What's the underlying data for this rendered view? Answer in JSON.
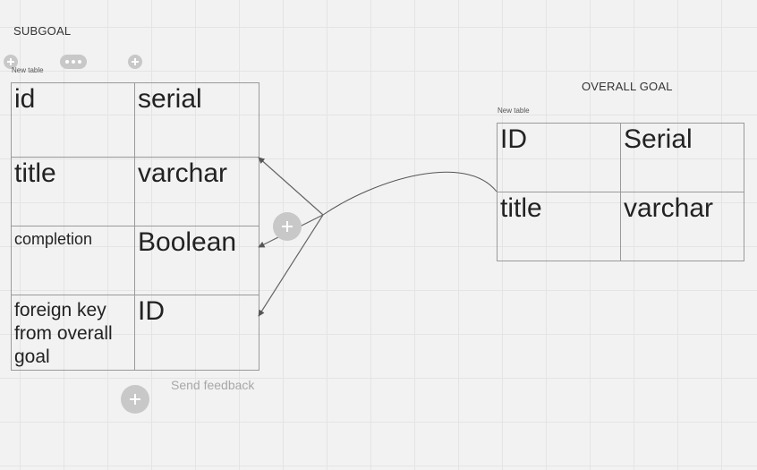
{
  "subgoal": {
    "frame_title": "SUBGOAL",
    "table_caption": "New table",
    "rows": [
      {
        "name": "id",
        "type": "serial"
      },
      {
        "name": "title",
        "type": "varchar"
      },
      {
        "name": "completion",
        "type": "Boolean"
      },
      {
        "name": "foreign key from overall goal",
        "type": "ID"
      }
    ]
  },
  "overall_goal": {
    "frame_title": "OVERALL GOAL",
    "table_caption": "New table",
    "rows": [
      {
        "name": "ID",
        "type": "Serial"
      },
      {
        "name": "title",
        "type": "varchar"
      }
    ]
  },
  "toolbar": {
    "add_icon": "plus-icon",
    "more_icon": "more-dots-icon"
  },
  "feedback_label": "Send feedback",
  "colors": {
    "canvas": "#f2f2f2",
    "grid": "#e4e4e4",
    "table_border": "#9a9a9a",
    "control": "#c8c8c8",
    "connector": "#555555"
  }
}
